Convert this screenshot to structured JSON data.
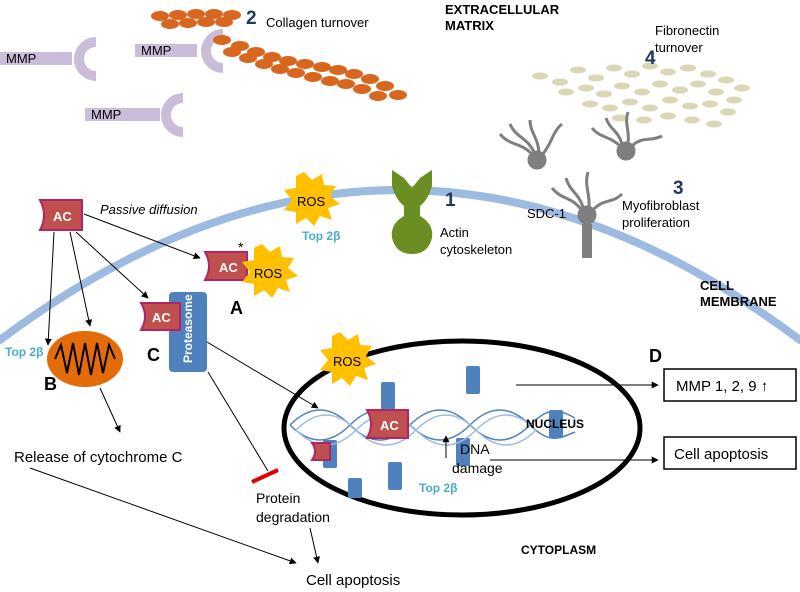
{
  "labels": {
    "extracellular_line1": "EXTRACELLULAR",
    "extracellular_line2": "MATRIX",
    "collagen_turnover": "Collagen turnover",
    "fibronectin_line1": "Fibronectin",
    "fibronectin_line2": "turnover",
    "passive_diffusion": "Passive diffusion",
    "ros": "ROS",
    "ac": "AC",
    "top2b": "Top 2β",
    "actin_line1": "Actin",
    "actin_line2": "cytoskeleton",
    "sdc1": "SDC-1",
    "myofibroblast_line1": "Myofibroblast",
    "myofibroblast_line2": "proliferation",
    "cell_membrane_line1": "CELL",
    "cell_membrane_line2": "MEMBRANE",
    "proteasome": "Proteasome",
    "nucleus": "NUCLEUS",
    "dna_line1": "DNA",
    "dna_line2": "damage",
    "mmp_box": "MMP 1, 2, 9  ↑",
    "cell_apoptosis_box": "Cell apoptosis",
    "release_cytochrome": "Release of cytochrome C",
    "protein_line1": "Protein",
    "protein_line2": "degradation",
    "cytoplasm": "CYTOPLASM",
    "cell_apoptosis_bottom": "Cell apoptosis",
    "asterisk": "*"
  },
  "mmp_labels": [
    "MMP",
    "MMP",
    "MMP"
  ],
  "markers": {
    "n1": "1",
    "n2": "2",
    "n3": "3",
    "n4": "4",
    "A": "A",
    "B": "B",
    "C": "C",
    "D": "D"
  },
  "colors": {
    "membrane": "#9DBBE0",
    "mmp": "#C9BDDA",
    "collagen": "#D9661F",
    "fibronectin": "#D9D7B5",
    "ros": "#FFC000",
    "ac_fill": "#C0504D",
    "ac_border": "#B0246A",
    "proteasome": "#4F81BD",
    "actin": "#6B8E23",
    "mitochondrion": "#E36C09",
    "receptor": "#7F7F7F",
    "top2b": "#4BACC6",
    "marker_blue": "#1F3864",
    "inhibit": "#E00000"
  }
}
